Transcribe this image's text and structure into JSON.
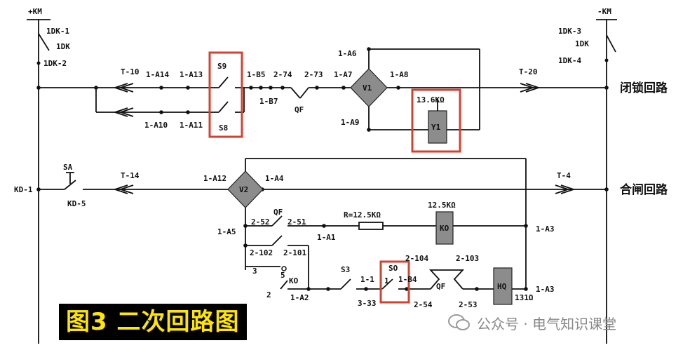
{
  "bus": {
    "pos": "+KM",
    "neg": "-KM"
  },
  "sections": {
    "lock": "闭锁回路",
    "close": "合闸回路"
  },
  "labels": {
    "dk1": "1DK-1",
    "dk": "1DK",
    "dk2": "1DK-2",
    "dk3": "1DK-3",
    "dkr": "1DK",
    "dk4": "1DK-4",
    "t10": "T-10",
    "a14": "1-A14",
    "a13": "1-A13",
    "s9": "S9",
    "b5": "1-B5",
    "n274": "2-74",
    "n273": "2-73",
    "a7": "1-A7",
    "a6": "1-A6",
    "a8": "1-A8",
    "v1": "V1",
    "t20": "T-20",
    "b7": "1-B7",
    "qf1": "QF",
    "a9": "1-A9",
    "res1": "13.6KΩ",
    "y1": "Y1",
    "a10": "1-A10",
    "a11": "1-A11",
    "s8": "S8",
    "sa": "SA",
    "t14": "T-14",
    "a12": "1-A12",
    "v2": "V2",
    "a4": "1-A4",
    "t4": "T-4",
    "kd1": "KD-1",
    "kd5": "KD-5",
    "qf2": "QF",
    "n252": "2-52",
    "n251": "2-51",
    "r": "R=12.5KΩ",
    "res2": "12.5KΩ",
    "ko1": "KO",
    "a5": "1-A5",
    "a1": "1-A1",
    "a3a": "1-A3",
    "n2102": "2-102",
    "n2101": "2-101",
    "n2104": "2-104",
    "n2103": "2-103",
    "three": "3",
    "five": "5",
    "ko2": "KO",
    "two": "2",
    "a2": "1-A2",
    "s3": "S3",
    "n11": "1-1",
    "n333": "3-33",
    "so": "SO",
    "one": "1",
    "b4": "1-B4",
    "qf3": "QF",
    "n254": "2-54",
    "n253": "2-53",
    "hq": "HQ",
    "ohm131": "131Ω",
    "a3b": "1-A3"
  },
  "caption": "图3 二次回路图",
  "watermark": "公众号 · 电气知识课堂"
}
